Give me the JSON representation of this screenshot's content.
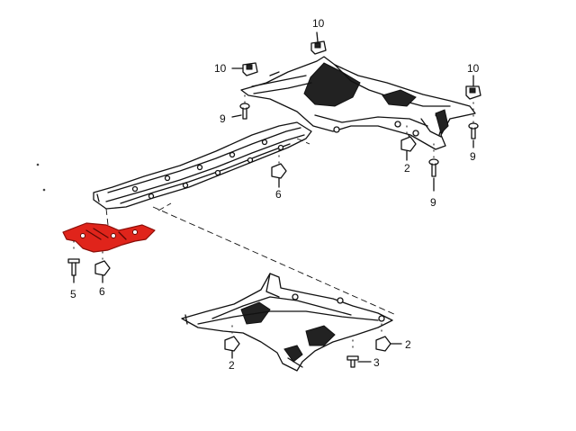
{
  "callouts": [
    {
      "id": "c10a",
      "text": "10"
    },
    {
      "id": "c10b",
      "text": "10"
    },
    {
      "id": "c10c",
      "text": "10"
    },
    {
      "id": "c9a",
      "text": "9"
    },
    {
      "id": "c9b",
      "text": "9"
    },
    {
      "id": "c9c",
      "text": "9"
    },
    {
      "id": "c2a",
      "text": "2"
    },
    {
      "id": "c6a",
      "text": "6"
    },
    {
      "id": "c5",
      "text": "5"
    },
    {
      "id": "c6b",
      "text": "6"
    },
    {
      "id": "c2b",
      "text": "2"
    },
    {
      "id": "c2c",
      "text": "2"
    },
    {
      "id": "c3",
      "text": "3"
    }
  ],
  "colors": {
    "highlight": "#e0241b",
    "line": "#111111",
    "background": "#ffffff"
  }
}
